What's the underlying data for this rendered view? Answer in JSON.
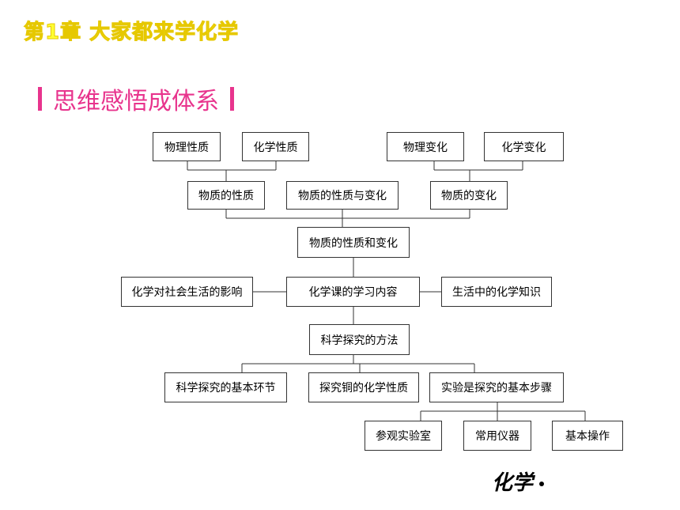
{
  "header": {
    "chapter_title": "第1章 大家都来学化学",
    "section_title": "思维感悟成体系"
  },
  "diagram": {
    "nodes": {
      "physical_property": "物理性质",
      "chemical_property": "化学性质",
      "physical_change": "物理变化",
      "chemical_change": "化学变化",
      "properties_of_matter": "物质的性质",
      "properties_and_change": "物质的性质与变化",
      "changes_of_matter": "物质的变化",
      "properties_and_changes": "物质的性质和变化",
      "chemistry_impact": "化学对社会生活的影响",
      "course_content": "化学课的学习内容",
      "chemistry_in_life": "生活中的化学知识",
      "scientific_method": "科学探究的方法",
      "basic_steps_link": "科学探究的基本环节",
      "copper_properties": "探究铜的化学性质",
      "experiment_basis": "实验是探究的基本步骤",
      "visit_lab": "参观实验室",
      "common_instruments": "常用仪器",
      "basic_operations": "基本操作"
    }
  },
  "footer": {
    "brand": "化学"
  },
  "colors": {
    "chapter": "#ffff33",
    "section": "#e8348d",
    "border": "#333333"
  }
}
